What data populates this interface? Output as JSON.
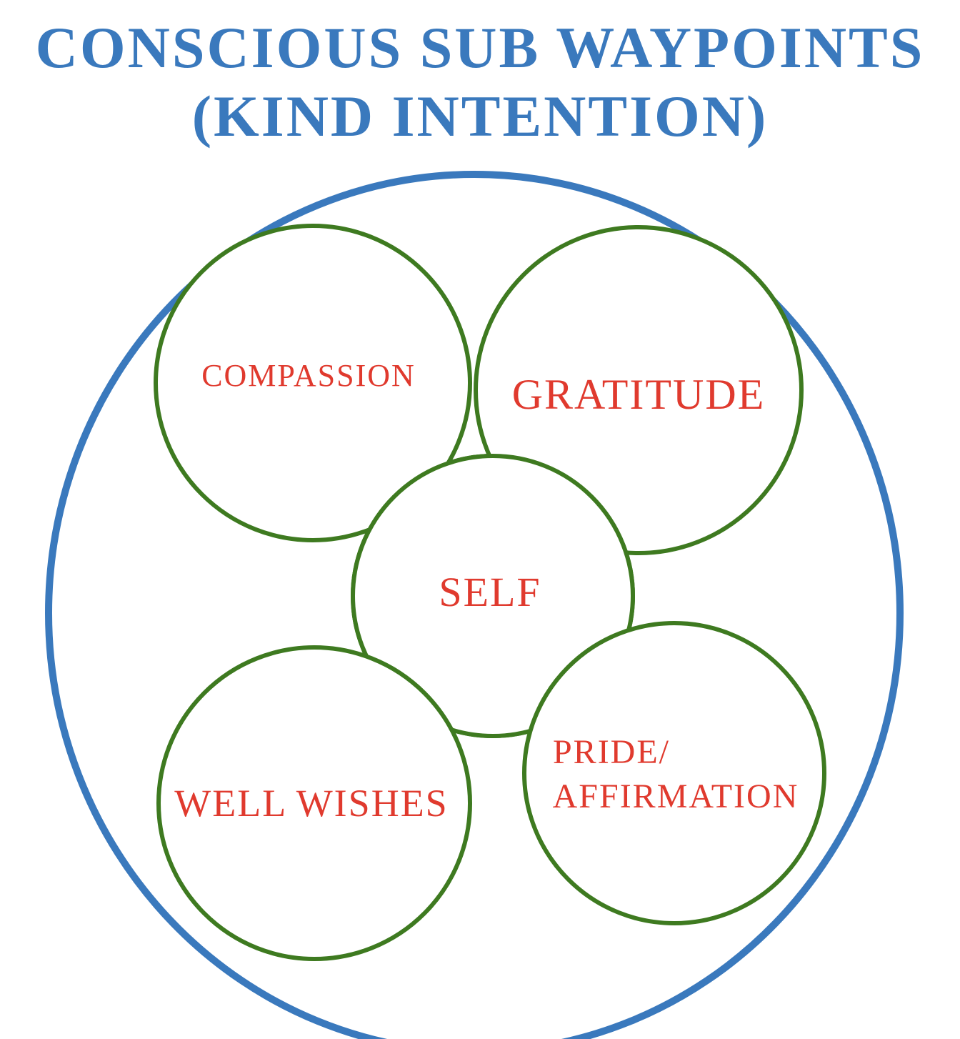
{
  "title": {
    "line1": "CONSCIOUS SUB WAYPOINTS",
    "line2": "(KIND INTENTION)"
  },
  "nodes": {
    "center": {
      "label": "SELF"
    },
    "top_left": {
      "label": "COMPASSION"
    },
    "top_right": {
      "label": "GRATITUDE"
    },
    "bottom_left": {
      "label": "WELL WISHES"
    },
    "bottom_right": {
      "label_line1": "PRIDE/",
      "label_line2": "AFFIRMATION"
    }
  },
  "colors": {
    "title": "#3a79bd",
    "outer_circle": "#3a79bd",
    "inner_circles": "#3e7a20",
    "labels": "#e03a2e"
  }
}
